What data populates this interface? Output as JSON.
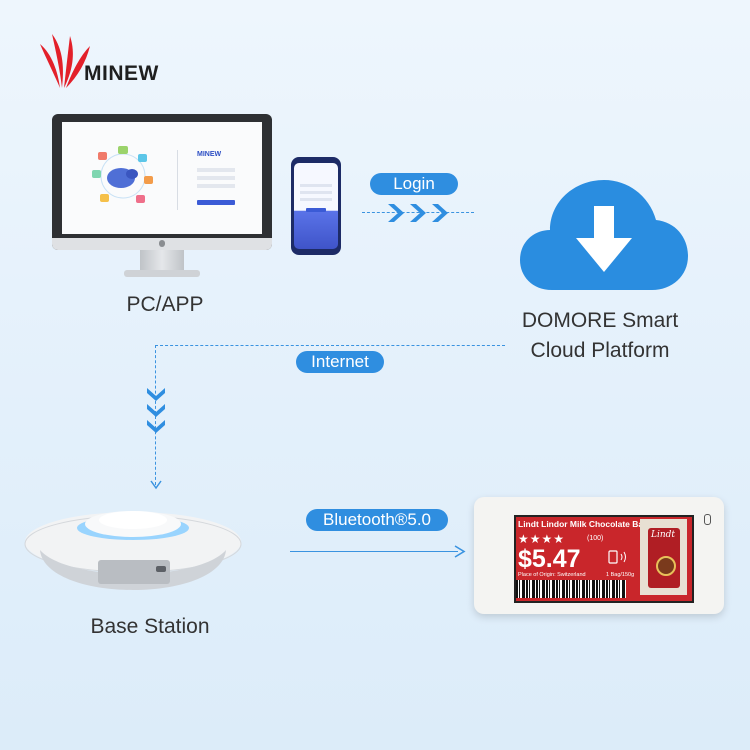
{
  "brand": {
    "name": "MINEW",
    "color": "#e3202a"
  },
  "nodes": {
    "pc_app": {
      "label": "PC/APP"
    },
    "cloud": {
      "label_line1": "DOMORE Smart",
      "label_line2": "Cloud Platform"
    },
    "base_station": {
      "label": "Base Station"
    }
  },
  "links": {
    "login": {
      "label": "Login"
    },
    "internet": {
      "label": "Internet"
    },
    "bluetooth": {
      "label": "Bluetooth®5.0"
    }
  },
  "esl_tag": {
    "product": "Lindt Lindor Milk Chocolate Bag",
    "rating_stars": "★★★★",
    "review_count": "(100)",
    "price": "$5.47",
    "origin": "Place of Origin: Switzerland",
    "weight": "1 Bag/150g",
    "brand_mark": "Lindt"
  },
  "colors": {
    "accent": "#2f8ee0",
    "cloud": "#2a8de0",
    "tag_red": "#c9262b"
  }
}
